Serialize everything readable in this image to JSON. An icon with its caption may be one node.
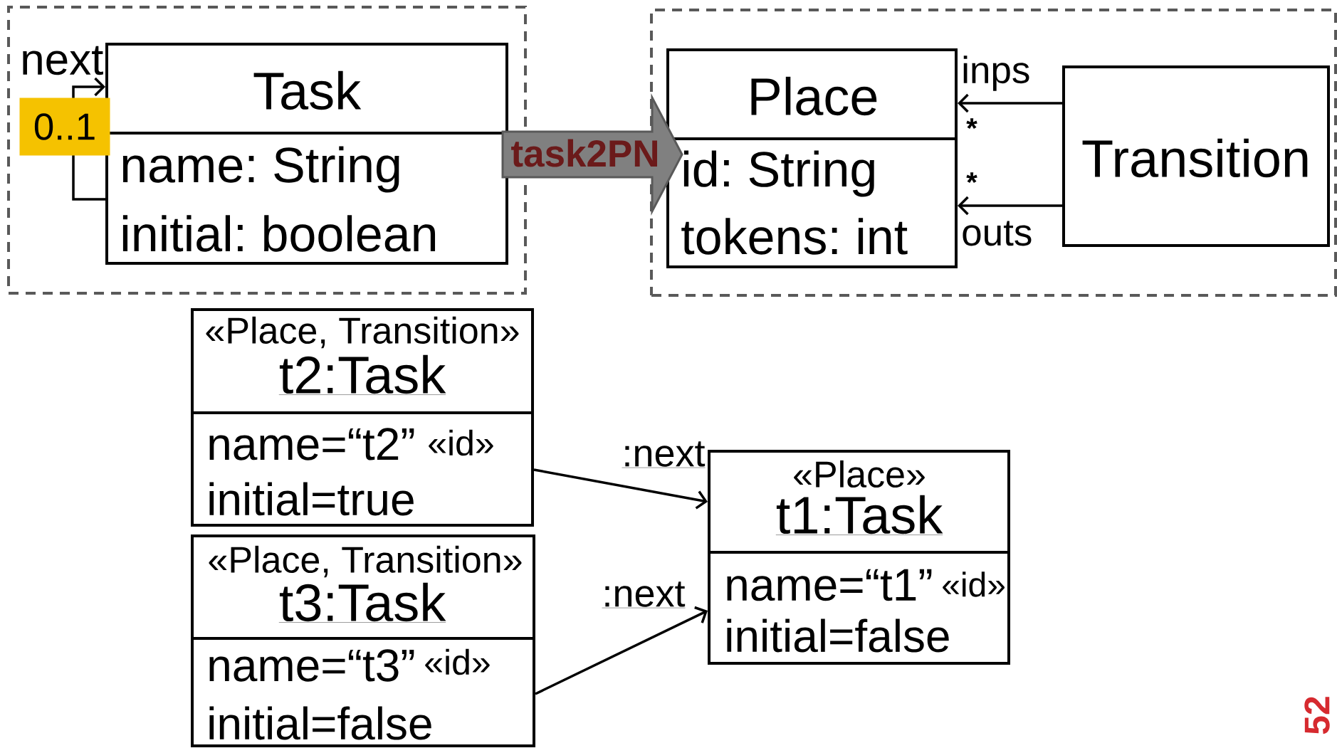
{
  "diagram": {
    "nodes": [
      {
        "text": [],
        "shape": "box"
      },
      {
        "text": [
          "Task",
          "name: String",
          "initial: boolean"
        ],
        "in": 0
      },
      {
        "text": [],
        "shape": "box"
      },
      {
        "text": [
          "Place",
          "id: String",
          "tokens: int"
        ],
        "in": 2
      },
      {
        "text": [
          "Transition"
        ],
        "in": 2
      },
      {
        "text": [
          "«Place, Transition»",
          "t2:Task",
          "name=“t2”",
          "«id»",
          "initial=true"
        ]
      },
      {
        "text": [
          "«Place»",
          "t1:Task",
          "name=“t1”",
          "«id»",
          "initial=false"
        ]
      },
      {
        "text": [
          "«Place, Transition»",
          "t3:Task",
          "name=“t3”",
          "«id»",
          "initial=false"
        ]
      }
    ],
    "edges": [
      {
        "from": 1,
        "to": 1,
        "arrow": "to",
        "label": "next"
      },
      {
        "from": 1,
        "to": 3,
        "arrow": "to",
        "label": "task2PN",
        "style": "thick",
        "color": "#808080"
      },
      {
        "from": 4,
        "to": 3,
        "arrow": "to",
        "label": "inps"
      },
      {
        "from": 4,
        "to": 3,
        "arrow": "to",
        "label": "outs"
      },
      {
        "from": 5,
        "to": 6,
        "arrow": "to",
        "label": ":next"
      },
      {
        "from": 7,
        "to": 6,
        "arrow": "to",
        "label": ":next"
      }
    ],
    "labels": [
      "0..1",
      "*",
      "*",
      "52"
    ]
  }
}
